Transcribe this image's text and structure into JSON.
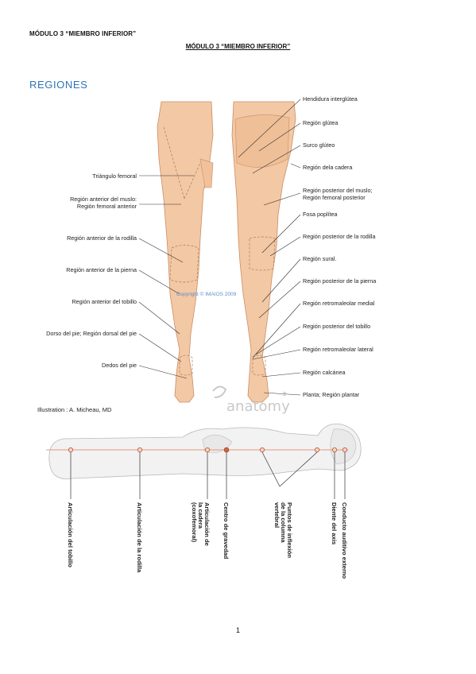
{
  "header": {
    "running_head": "MÓDULO 3 “MIEMBRO INFERIOR”",
    "title": "MÓDULO 3 “MIEMBRO INFERIOR”"
  },
  "section": {
    "heading": "REGIONES"
  },
  "figure_regions": {
    "left_labels": [
      "Triángulo femoral",
      "Región anterior del muslo:",
      "Región femoral anterior",
      "Región anterior de la rodilla",
      "Región anterior de la pierna",
      "Región anterior del tobillo",
      "Dorso del pie; Región dorsal del pie",
      "Dedos del pie"
    ],
    "right_labels": [
      "Hendidura interglútea",
      "Región glútea",
      "Surco glúteo",
      "Región dela cadera",
      "Región posterior del muslo;",
      "Región femoral posterior",
      "Fosa poplítea",
      "Región posterior de la rodilla",
      "Región sural.",
      "Región posterior de la pierna",
      "Región retromaleolar medial",
      "Región posterior del tobillo",
      "Región retromaleolar lateral",
      "Región calcánea",
      "Planta; Región plantar"
    ],
    "watermark": "Copyright © IMAIOS 2009",
    "credit": "Illustration : A. Micheau, MD",
    "brand": "anatomy"
  },
  "figure_axis": {
    "labels": [
      "Articulación del tobillo",
      "Articulación de la rodilla",
      "Articulación de",
      "la cadera",
      "(coxofemoral)",
      "Centro de gravedad",
      "Puntos de inflexión",
      "de la columna",
      "vertebral",
      "Diente del axis",
      "Conducto auditivo externo"
    ]
  },
  "footer": {
    "page_number": "1"
  }
}
